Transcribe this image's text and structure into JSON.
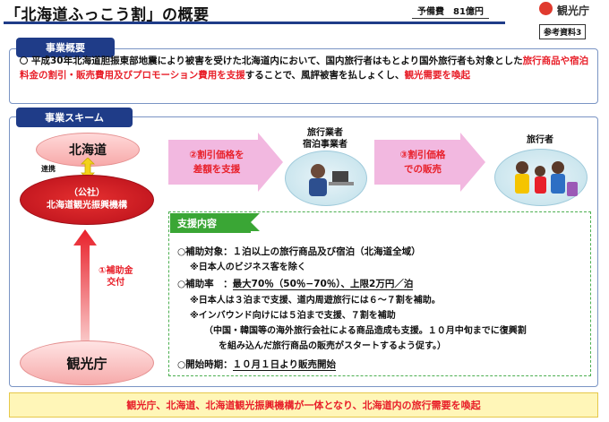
{
  "header": {
    "title": "「北海道ふっこう割」の概要",
    "budget": "予備費　81億円",
    "logo_text": "観光庁",
    "ref_badge": "参考資料3"
  },
  "overview": {
    "heading": "事業概要",
    "text_1": "平成30年北海道胆振東部地震により被害を受けた北海道内において、国内旅行者はもとより国外旅行者も対象とした",
    "text_hl_1": "旅行商品や宿泊料金の割引・販売費用及びプロモーション費用を支援",
    "text_2": "することで、風評被害を払しょくし、",
    "text_hl_2": "観光需要を喚起"
  },
  "scheme": {
    "heading": "事業スキーム",
    "hokkaido": "北海道",
    "renkei": "連携",
    "org_line1": "（公社）",
    "org_line2": "北海道観光振興機構",
    "kankocho": "観光庁",
    "hojo_line1": "①補助金",
    "hojo_line2": "交付",
    "flow2_line1": "②割引価格を",
    "flow2_line2": "差額を支援",
    "business_line1": "旅行業者",
    "business_line2": "宿泊事業者",
    "flow3_line1": "③割引価格",
    "flow3_line2": "での販売",
    "traveler": "旅行者"
  },
  "support": {
    "heading": "支援内容",
    "line1": "○補助対象：１泊以上の旅行商品及び宿泊（北海道全域）",
    "line2": "※日本人のビジネス客を除く",
    "line3_prefix": "○補助率　：",
    "line3_ul": "最大70％（50％−70％）、上限2万円／泊",
    "line4": "※日本人は３泊まで支援、道内周遊旅行には６〜７割を補助。",
    "line5": "※インバウンド向けには５泊まで支援、７割を補助",
    "line6": "（中国・韓国等の海外旅行会社による商品造成も支援。１０月中旬までに復興割",
    "line7": "を組み込んだ旅行商品の販売がスタートするよう促す。）",
    "line8_prefix": "○開始時期：",
    "line8_ul": "１０月１日より販売開始"
  },
  "banner": "観光庁、北海道、北海道観光振興機構が一体となり、北海道内の旅行需要を喚起",
  "colors": {
    "navy": "#1f3c88",
    "red": "#e8202a",
    "green": "#3aa635",
    "arrow_pink": "#f2b8e0",
    "banner_bg": "#fff6b8"
  }
}
